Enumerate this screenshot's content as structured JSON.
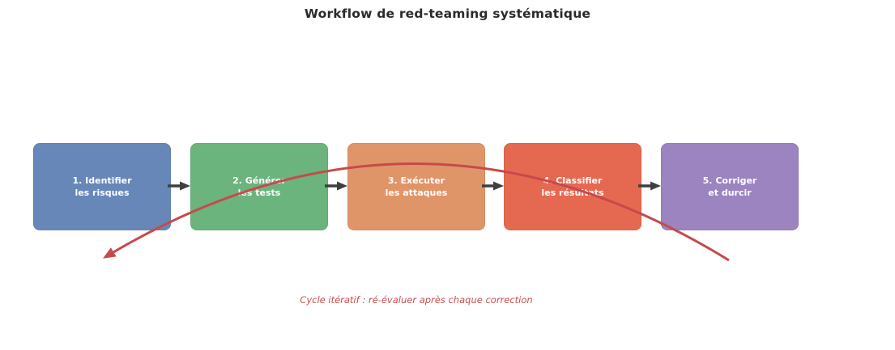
{
  "title": "Workflow de red-teaming systématique",
  "caption": "Cycle itératif : ré-évaluer après chaque correction",
  "steps": [
    {
      "line1": "1. Identifier",
      "line2": "les risques",
      "color": "#6787b9"
    },
    {
      "line1": "2. Générer",
      "line2": "les tests",
      "color": "#6bb47d"
    },
    {
      "line1": "3. Exécuter",
      "line2": "les attaques",
      "color": "#e09568"
    },
    {
      "line1": "4. Classifier",
      "line2": "les résultats",
      "color": "#e56850"
    },
    {
      "line1": "5. Corriger",
      "line2": "et durcir",
      "color": "#9c84c0"
    }
  ],
  "colors": {
    "background": "#ffffff",
    "title_text": "#2a2a2a",
    "box_text": "#ffffff",
    "flow_arrow": "#3f3f3f",
    "cycle_arrow": "#c64a4c",
    "caption_text": "#c85052"
  }
}
